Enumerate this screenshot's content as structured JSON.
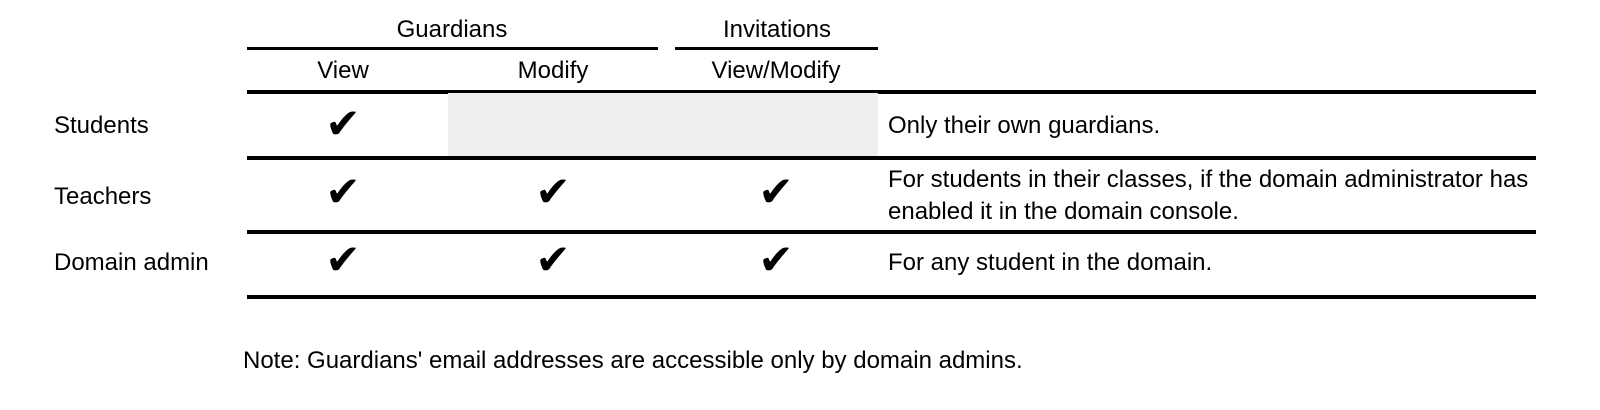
{
  "table": {
    "column_groups": [
      {
        "label": "Guardians"
      },
      {
        "label": "Invitations"
      }
    ],
    "columns": [
      {
        "label": "View"
      },
      {
        "label": "Modify"
      },
      {
        "label": "View/Modify"
      }
    ],
    "rows": [
      {
        "label": "Students",
        "view": "✔",
        "modify": "",
        "view_modify": "",
        "shaded": true,
        "note": "Only their own guardians."
      },
      {
        "label": "Teachers",
        "view": "✔",
        "modify": "✔",
        "view_modify": "✔",
        "shaded": false,
        "note": "For students in their classes, if the domain administrator has enabled it in the domain console."
      },
      {
        "label": "Domain admin",
        "view": "✔",
        "modify": "✔",
        "view_modify": "✔",
        "shaded": false,
        "note": "For any student in the domain."
      }
    ]
  },
  "footnote": "Note: Guardians' email addresses are accessible only by domain admins.",
  "colors": {
    "background": "#ffffff",
    "text": "#000000",
    "rule": "#000000",
    "shaded_cell": "#efefef"
  }
}
